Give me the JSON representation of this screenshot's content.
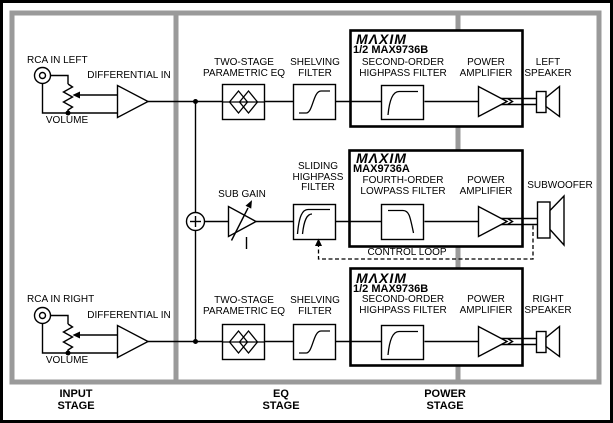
{
  "colors": {
    "frame_gray": "#9a9a9a",
    "line_black": "#000000",
    "background": "#ffffff"
  },
  "input_stage": {
    "stage_label": "INPUT\nSTAGE",
    "left_channel": {
      "jack_label": "RCA IN LEFT",
      "volume_label": "VOLUME",
      "amp_label": "DIFFERENTIAL IN"
    },
    "right_channel": {
      "jack_label": "RCA IN RIGHT",
      "volume_label": "VOLUME",
      "amp_label": "DIFFERENTIAL IN"
    }
  },
  "eq_stage": {
    "stage_label": "EQ\nSTAGE",
    "left_path": {
      "parametric_eq_label": "TWO-STAGE\nPARAMETRIC EQ",
      "shelving_label": "SHELVING\nFILTER"
    },
    "sub_path": {
      "sub_gain_label": "SUB GAIN",
      "sliding_hpf_label": "SLIDING\nHIGHPASS\nFILTER"
    },
    "right_path": {
      "parametric_eq_label": "TWO-STAGE\nPARAMETRIC EQ",
      "shelving_label": "SHELVING\nFILTER"
    }
  },
  "power_stage": {
    "stage_label": "POWER\nSTAGE",
    "control_loop_label": "CONTROL LOOP",
    "left_chip": {
      "brand": "ΜΛΧΙΜ",
      "part": "1/2 MAX9736B",
      "filter_label": "SECOND-ORDER\nHIGHPASS FILTER",
      "amp_label": "POWER\nAMPLIFIER"
    },
    "sub_chip": {
      "brand": "ΜΛΧΙΜ",
      "part": "MAX9736A",
      "filter_label": "FOURTH-ORDER\nLOWPASS FILTER",
      "amp_label": "POWER\nAMPLIFIER"
    },
    "right_chip": {
      "brand": "ΜΛΧΙΜ",
      "part": "1/2 MAX9736B",
      "filter_label": "SECOND-ORDER\nHIGHPASS FILTER",
      "amp_label": "POWER\nAMPLIFIER"
    },
    "outputs": {
      "left_label": "LEFT\nSPEAKER",
      "sub_label": "SUBWOOFER",
      "right_label": "RIGHT\nSPEAKER"
    }
  }
}
